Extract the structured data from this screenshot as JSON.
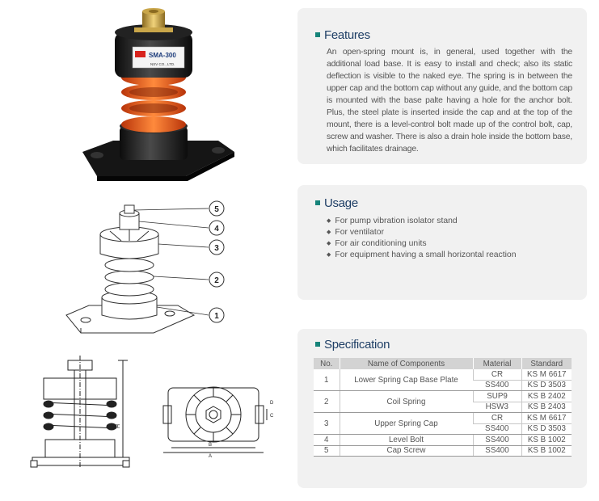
{
  "product_label": {
    "model": "SMA-300",
    "company": "NSV CO., LTD."
  },
  "callouts": [
    "5",
    "4",
    "3",
    "2",
    "1"
  ],
  "drawing_labels": {
    "h": "H",
    "a": "A",
    "b": "B",
    "c": "C",
    "d": "D"
  },
  "features": {
    "title": "Features",
    "text": "An open-spring mount is, in general, used together with the additional load base. It is easy to install and check; also its static deflection is visible to the naked eye. The spring is in between the upper cap and the bottom cap without any guide, and the bottom cap is mounted with the base palte having a hole for the anchor bolt. Plus, the steel plate is inserted inside the cap and at the top of the mount, there is a level-control bolt made up of the control bolt, cap, screw and washer. There is also a drain hole inside the bottom base, which facilitates drainage."
  },
  "usage": {
    "title": "Usage",
    "items": [
      "For pump vibration isolator stand",
      "For ventilator",
      "For air conditioning units",
      "For equipment having a small horizontal reaction"
    ]
  },
  "spec": {
    "title": "Specification",
    "headers": [
      "No.",
      "Name of Components",
      "Material",
      "Standard"
    ],
    "rows": [
      {
        "no": "1",
        "name": "Lower Spring Cap Base Plate",
        "materials": [
          {
            "material": "CR",
            "standard": "KS M 6617"
          },
          {
            "material": "SS400",
            "standard": "KS D 3503"
          }
        ]
      },
      {
        "no": "2",
        "name": "Coil Spring",
        "materials": [
          {
            "material": "SUP9",
            "standard": "KS B 2402"
          },
          {
            "material": "HSW3",
            "standard": "KS B 2403"
          }
        ]
      },
      {
        "no": "3",
        "name": "Upper Spring Cap",
        "materials": [
          {
            "material": "CR",
            "standard": "KS M 6617"
          },
          {
            "material": "SS400",
            "standard": "KS D 3503"
          }
        ]
      },
      {
        "no": "4",
        "name": "Level Bolt",
        "materials": [
          {
            "material": "SS400",
            "standard": "KS B 1002"
          }
        ]
      },
      {
        "no": "5",
        "name": "Cap Screw",
        "materials": [
          {
            "material": "SS400",
            "standard": "KS B 1002"
          }
        ]
      }
    ]
  }
}
